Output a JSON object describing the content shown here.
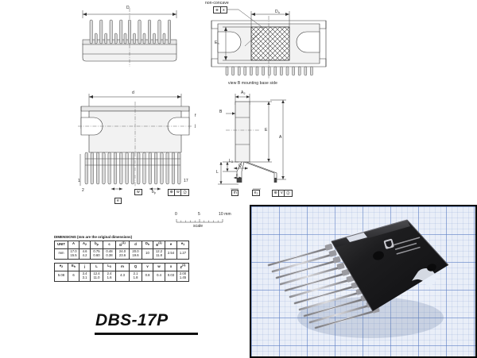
{
  "document": {
    "part_name": "DBS-17P",
    "sheet_type": "package-outline-drawing"
  },
  "views": {
    "top": {
      "name": "top-view",
      "dimension_labels": [
        "D"
      ]
    },
    "mounting_base": {
      "name": "view-b-mounting-base-side",
      "caption": "view B  mounting base side",
      "note": "non-concave",
      "dimension_labels": [
        "D",
        "E"
      ],
      "dimension_subscripts": [
        "h",
        "h"
      ],
      "tolerance_frame": [
        "⌯",
        "x"
      ]
    },
    "front": {
      "name": "front-view",
      "dimension_labels": [
        "d",
        "f",
        "j",
        "b",
        "e",
        "1",
        "2",
        "17"
      ],
      "pin_first": "1",
      "pin_second": "2",
      "pin_last": "17",
      "bp_label": "b",
      "bp_sub": "p",
      "e_label": "e",
      "w_frame": "w",
      "datum_frame": [
        "⊕",
        "w",
        "⓶"
      ]
    },
    "side": {
      "name": "side-view",
      "dimension_labels": [
        "A",
        "A",
        "B",
        "E",
        "L",
        "L",
        "Q",
        "c",
        "m",
        "e"
      ],
      "A2_sub": "2",
      "L3_sub": "3",
      "e2_sub": "2",
      "datum_frame": [
        "⊕",
        "v",
        "⓶"
      ]
    }
  },
  "scale": {
    "name": "scale-bar",
    "ticks": [
      "0",
      "5",
      "10 mm"
    ],
    "caption": "scale"
  },
  "table": {
    "title": "DIMENSIONS (mm are the original dimensions)",
    "block1": {
      "headers": [
        {
          "label": "UNIT",
          "sub": "",
          "sup": ""
        },
        {
          "label": "A",
          "sub": "",
          "sup": ""
        },
        {
          "label": "A",
          "sub": "2",
          "sup": ""
        },
        {
          "label": "b",
          "sub": "p",
          "sup": ""
        },
        {
          "label": "c",
          "sub": "",
          "sup": ""
        },
        {
          "label": "D",
          "sub": "",
          "sup": "(1)"
        },
        {
          "label": "d",
          "sub": "",
          "sup": ""
        },
        {
          "label": "D",
          "sub": "h",
          "sup": ""
        },
        {
          "label": "E",
          "sub": "",
          "sup": "(1)"
        },
        {
          "label": "e",
          "sub": "",
          "sup": ""
        },
        {
          "label": "e",
          "sub": "1",
          "sup": ""
        }
      ],
      "row_unit": "mm",
      "values": [
        {
          "max": "17.0",
          "min": "15.5"
        },
        {
          "max": "4.6",
          "min": "4.2"
        },
        {
          "max": "0.75",
          "min": "0.60"
        },
        {
          "max": "0.48",
          "min": "0.38"
        },
        {
          "max": "24.0",
          "min": "23.6"
        },
        {
          "max": "20.0",
          "min": "19.6"
        },
        {
          "max": "10",
          "min": ""
        },
        {
          "max": "12.2",
          "min": "11.8"
        },
        {
          "max": "2.54",
          "min": ""
        },
        {
          "max": "1.27",
          "min": ""
        }
      ]
    },
    "block2": {
      "headers": [
        {
          "label": "e",
          "sub": "2",
          "sup": ""
        },
        {
          "label": "E",
          "sub": "h",
          "sup": ""
        },
        {
          "label": "j",
          "sub": "",
          "sup": ""
        },
        {
          "label": "L",
          "sub": "",
          "sup": ""
        },
        {
          "label": "L",
          "sub": "3",
          "sup": ""
        },
        {
          "label": "m",
          "sub": "",
          "sup": ""
        },
        {
          "label": "Q",
          "sub": "",
          "sup": ""
        },
        {
          "label": "v",
          "sub": "",
          "sup": ""
        },
        {
          "label": "w",
          "sub": "",
          "sup": ""
        },
        {
          "label": "x",
          "sub": "",
          "sup": ""
        },
        {
          "label": "Z",
          "sub": "",
          "sup": "(1)"
        }
      ],
      "values": [
        {
          "max": "5.08",
          "min": ""
        },
        {
          "max": "6",
          "min": ""
        },
        {
          "max": "3.4",
          "min": "3.1"
        },
        {
          "max": "12.4",
          "min": "11.0"
        },
        {
          "max": "2.4",
          "min": "1.6"
        },
        {
          "max": "4.3",
          "min": ""
        },
        {
          "max": "2.1",
          "min": "1.8"
        },
        {
          "max": "0.8",
          "min": ""
        },
        {
          "max": "0.4",
          "min": ""
        },
        {
          "max": "0.03",
          "min": ""
        },
        {
          "max": "2.00",
          "min": "1.45"
        }
      ]
    }
  },
  "photo": {
    "name": "package-photograph",
    "alt": "black power IC in DBS-17P package with 17 bent leads on blue graph paper"
  },
  "colors": {
    "line": "#333333",
    "body_fill": "#f2f2f2",
    "pin_fill": "#d9d9d9",
    "photo_grid": "#5a7dc3",
    "photo_bg": "#e9eef8",
    "ic_body": "#1b1b1b"
  }
}
